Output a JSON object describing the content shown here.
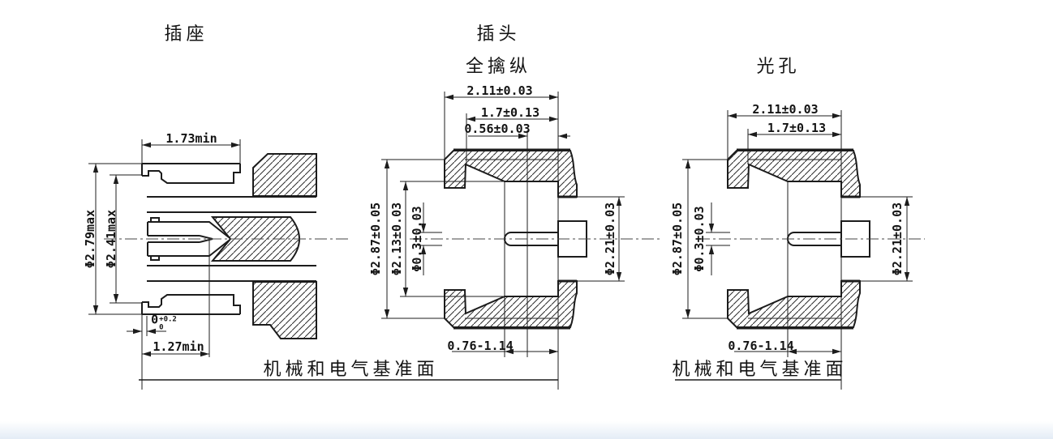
{
  "reference_plane_label": "机械和电气基准面",
  "drawings": {
    "socket": {
      "title": "插座",
      "dims": {
        "bore_depth": "1.73min",
        "outer_dia": "Φ2.79max",
        "inner_dia": "Φ2.41max",
        "front_recess_nominal": "0",
        "front_recess_tol_upper": "+0.2",
        "front_recess_tol_lower": "0",
        "contact_depth": "1.27min"
      }
    },
    "plug_full_detent": {
      "title": "插头",
      "subtitle": "全擒纵",
      "dims": {
        "overall_length": "2.11±0.03",
        "bore_depth": "1.7±0.13",
        "detent_depth": "0.56±0.03",
        "outer_dia": "Φ2.87±0.05",
        "bore_dia": "Φ2.13±0.03",
        "pin_dia": "Φ0.3±0.03",
        "recess_dia": "Φ2.21±0.03",
        "pin_setback": "0.76-1.14"
      }
    },
    "plug_smooth_bore": {
      "subtitle": "光孔",
      "dims": {
        "overall_length": "2.11±0.03",
        "bore_depth": "1.7±0.13",
        "outer_dia": "Φ2.87±0.05",
        "pin_dia": "Φ0.3±0.03",
        "recess_dia": "Φ2.21±0.03",
        "pin_setback": "0.76-1.14"
      }
    }
  },
  "colors": {
    "line": "#1c1c1c",
    "background": "#ffffff"
  }
}
